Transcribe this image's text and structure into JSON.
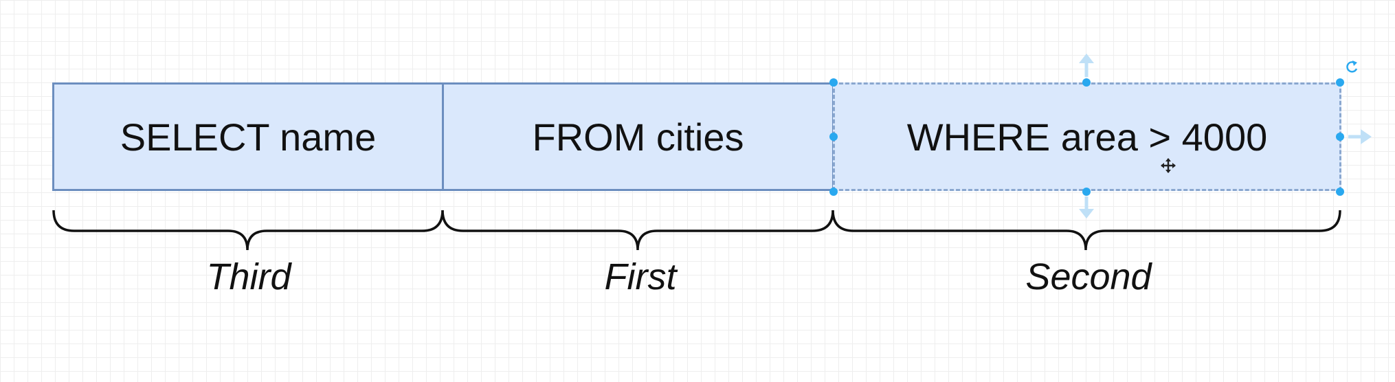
{
  "blocks": [
    {
      "text": "SELECT name"
    },
    {
      "text": "FROM cities"
    },
    {
      "text": "WHERE area > 4000"
    }
  ],
  "captions": [
    {
      "text": "Third"
    },
    {
      "text": "First"
    },
    {
      "text": "Second"
    }
  ],
  "colors": {
    "block_fill": "#dae8fc",
    "block_border": "#6c8ebf",
    "selection_handle": "#29a8ef",
    "grid": "#eeeeee"
  },
  "icons": [
    "move-cursor-icon",
    "rotate-icon",
    "arrow-up-icon",
    "arrow-down-icon",
    "arrow-right-icon"
  ]
}
